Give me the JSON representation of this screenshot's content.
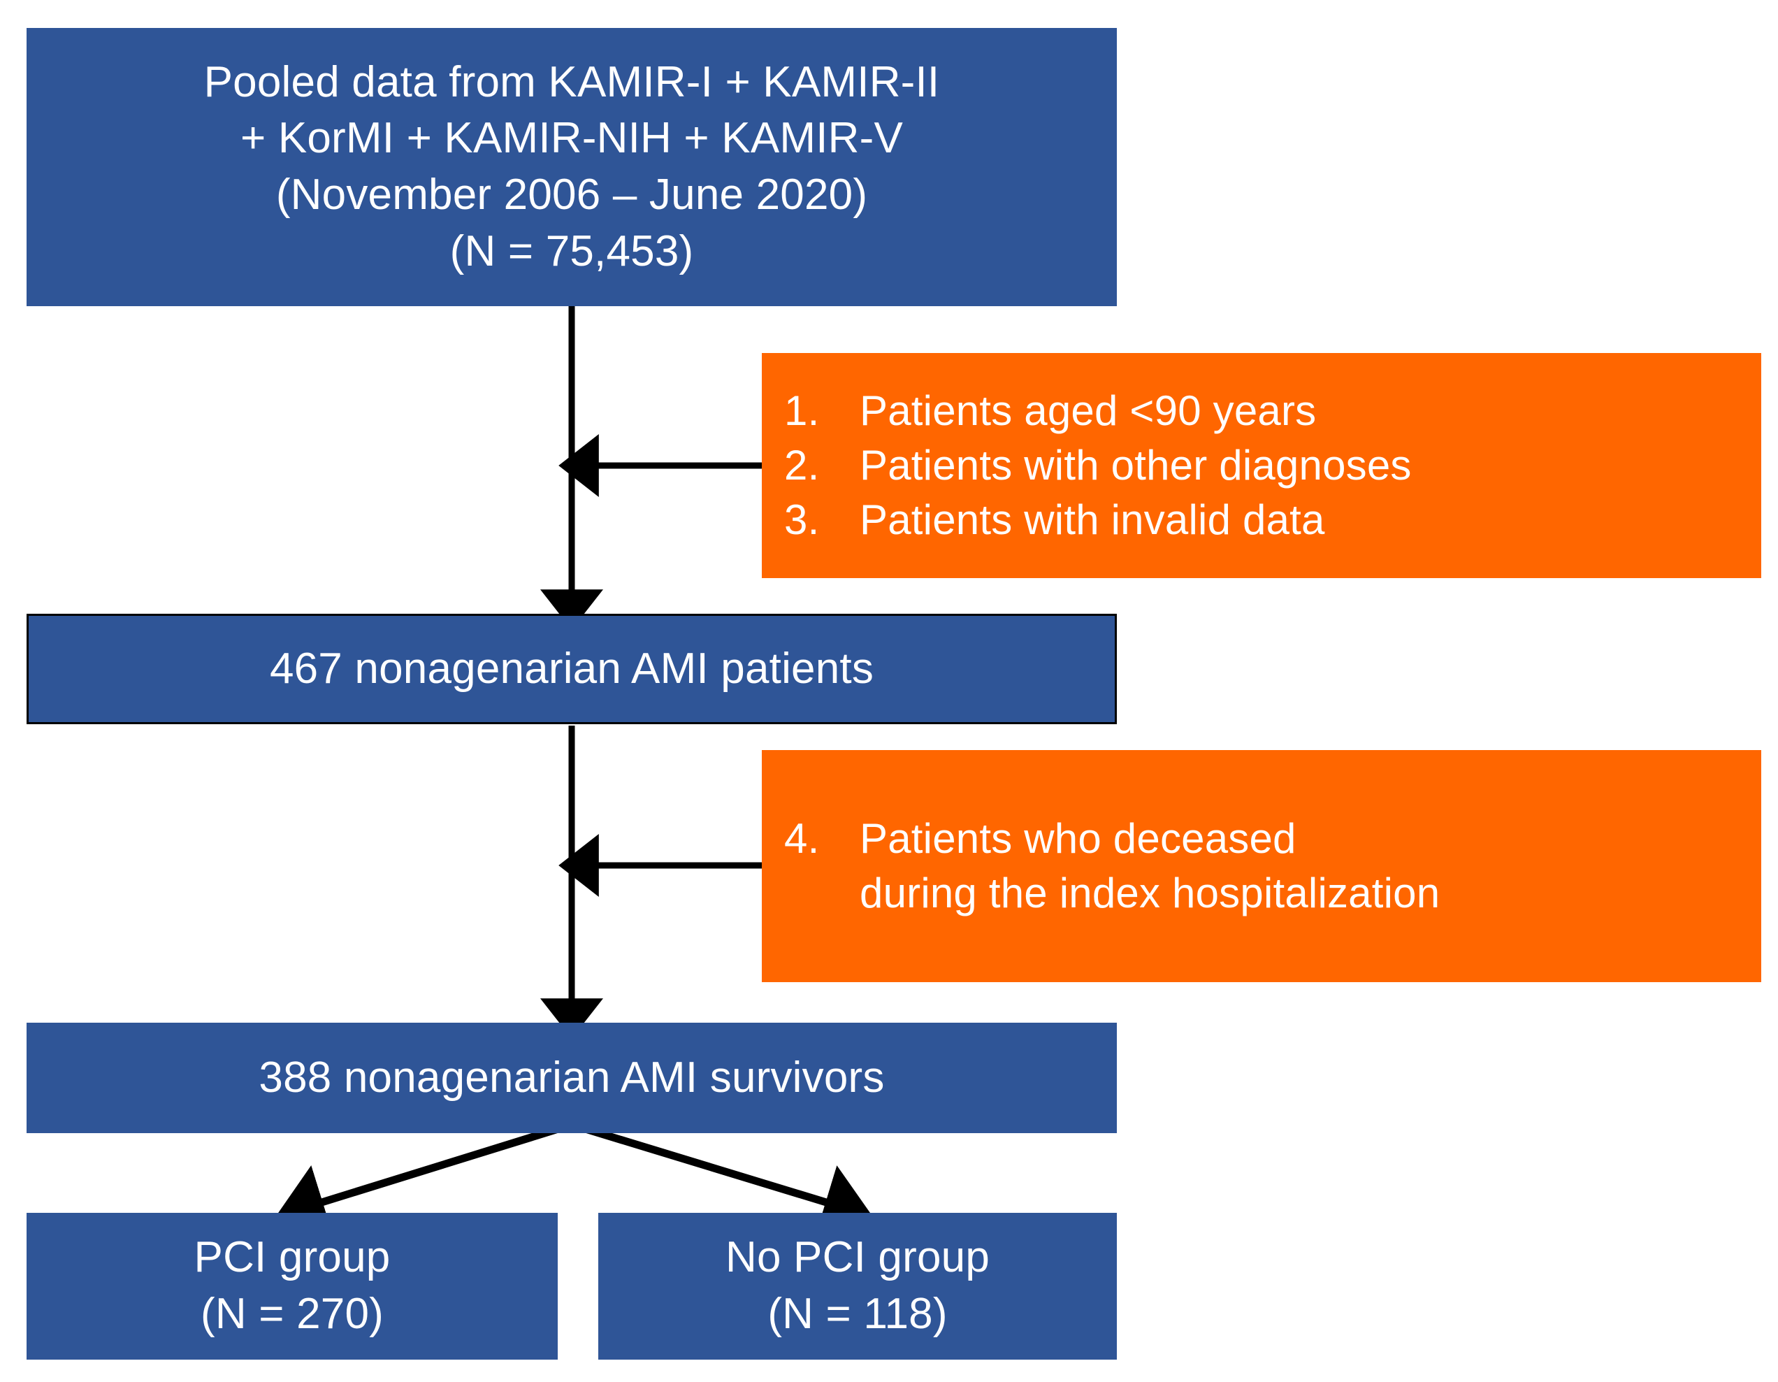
{
  "diagram": {
    "type": "patient-selection-flowchart",
    "colors": {
      "blue": "#2F5597",
      "orange": "#FF6600",
      "text": "#FFFFFF",
      "connector": "#000000"
    },
    "nodes": {
      "pooled": {
        "lines": [
          "Pooled data from KAMIR-I + KAMIR-II",
          "+ KorMI + KAMIR-NIH + KAMIR-V",
          "(November 2006 – June 2020)",
          "(N = 75,453)"
        ]
      },
      "exclusion_1": {
        "items": [
          {
            "num": "1.",
            "text": "Patients aged <90 years"
          },
          {
            "num": "2.",
            "text": "Patients with other diagnoses"
          },
          {
            "num": "3.",
            "text": "Patients with invalid data"
          }
        ]
      },
      "ami_patients": {
        "lines": [
          "467 nonagenarian AMI patients"
        ]
      },
      "exclusion_2": {
        "items": [
          {
            "num": "4.",
            "text": "Patients who deceased"
          },
          {
            "num": "",
            "text": "during the index hospitalization"
          }
        ]
      },
      "ami_survivors": {
        "lines": [
          "388 nonagenarian AMI survivors"
        ]
      },
      "pci_group": {
        "lines": [
          "PCI group",
          "(N = 270)"
        ]
      },
      "no_pci_group": {
        "lines": [
          "No PCI group",
          "(N = 118)"
        ]
      }
    }
  }
}
